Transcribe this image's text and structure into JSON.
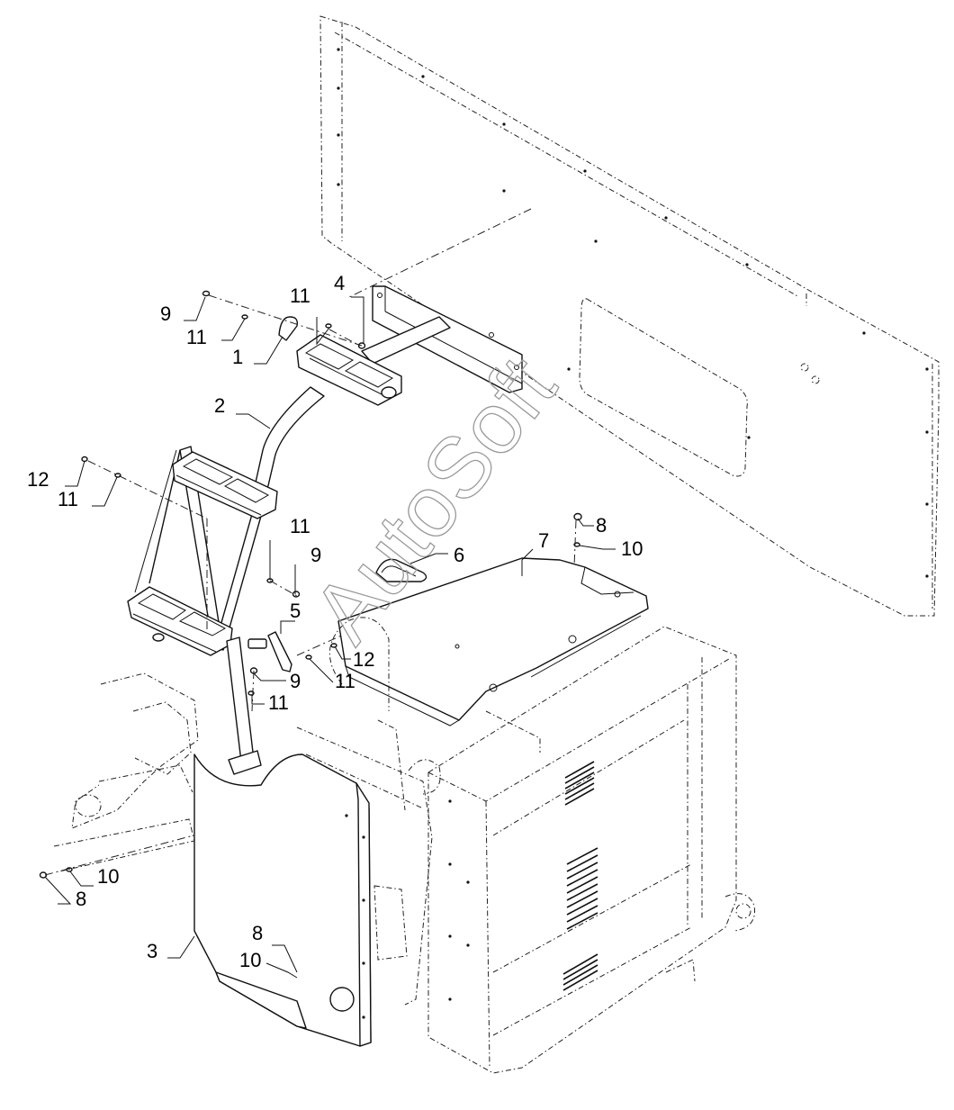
{
  "watermark": "AutoSoft",
  "callouts": [
    {
      "label": "9",
      "part": "bolt"
    },
    {
      "label": "11",
      "part": "washer"
    },
    {
      "label": "1",
      "part": "clip"
    },
    {
      "label": "11",
      "part": "washer"
    },
    {
      "label": "4",
      "part": "nut"
    },
    {
      "label": "2",
      "part": "step-ladder"
    },
    {
      "label": "12",
      "part": "bolt"
    },
    {
      "label": "11",
      "part": "washer"
    },
    {
      "label": "11",
      "part": "washer"
    },
    {
      "label": "9",
      "part": "bolt"
    },
    {
      "label": "5",
      "part": "bracket"
    },
    {
      "label": "9",
      "part": "bolt"
    },
    {
      "label": "11",
      "part": "washer"
    },
    {
      "label": "11",
      "part": "washer"
    },
    {
      "label": "12",
      "part": "bolt"
    },
    {
      "label": "6",
      "part": "handle"
    },
    {
      "label": "7",
      "part": "platform-plate"
    },
    {
      "label": "8",
      "part": "bolt"
    },
    {
      "label": "10",
      "part": "washer"
    },
    {
      "label": "10",
      "part": "washer"
    },
    {
      "label": "8",
      "part": "bolt"
    },
    {
      "label": "3",
      "part": "side-shield"
    },
    {
      "label": "8",
      "part": "bolt"
    },
    {
      "label": "10",
      "part": "washer"
    }
  ]
}
